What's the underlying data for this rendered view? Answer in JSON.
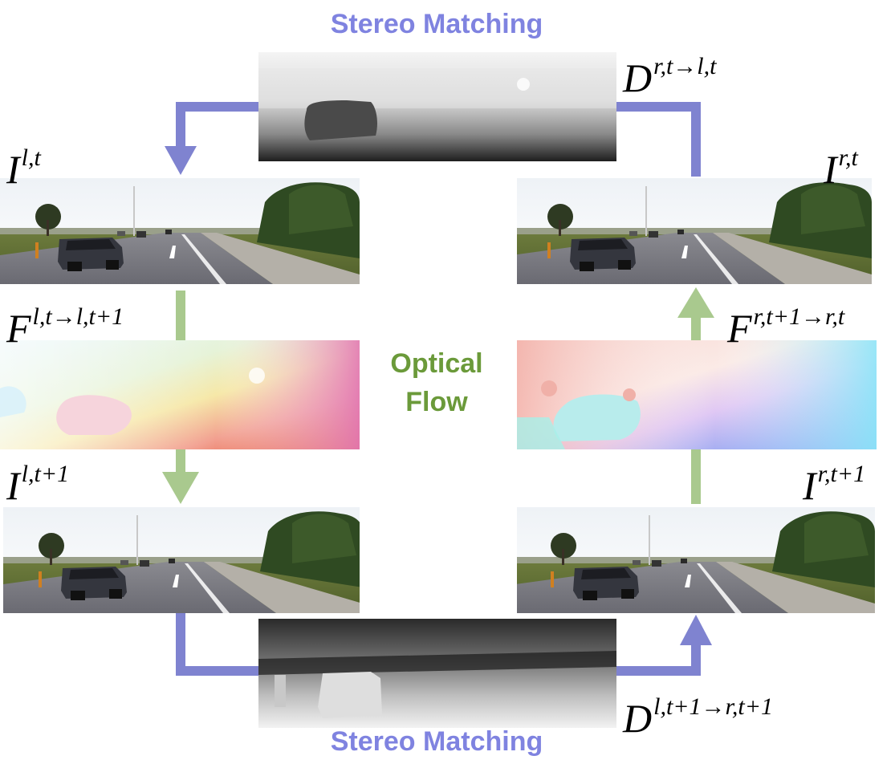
{
  "headings": {
    "stereo_top": "Stereo Matching",
    "stereo_bottom": "Stereo Matching",
    "optical_flow_line1": "Optical",
    "optical_flow_line2": "Flow"
  },
  "labels": {
    "I_lt": {
      "base": "I",
      "sup": "l,t"
    },
    "I_rt": {
      "base": "I",
      "sup": "r,t"
    },
    "I_lt1": {
      "base": "I",
      "sup": "l,t+1"
    },
    "I_rt1": {
      "base": "I",
      "sup": "r,t+1"
    },
    "F_left": {
      "base": "F",
      "sup": "l,t→l,t+1"
    },
    "F_right": {
      "base": "F",
      "sup": "r,t+1→r,t"
    },
    "D_top": {
      "base": "D",
      "sup": "r,t→l,t"
    },
    "D_bottom": {
      "base": "D",
      "sup": "l,t+1→r,t+1"
    }
  },
  "colors": {
    "stereo_arrow": "#7f83d0",
    "flow_arrow": "#a9c98e",
    "stereo_text": "#7f83e0",
    "flow_text": "#6b9a3a"
  }
}
